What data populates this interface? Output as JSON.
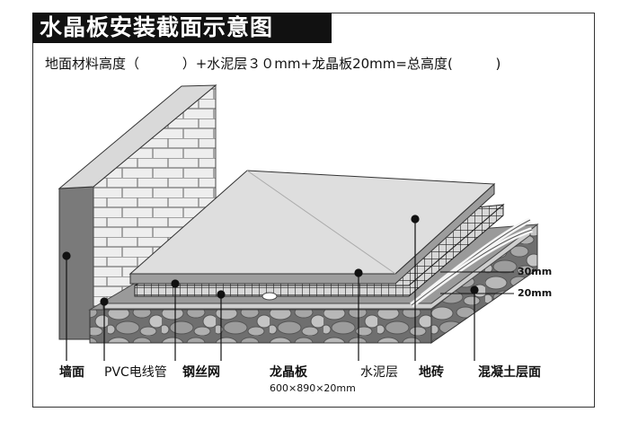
{
  "title": "水晶板安装截面示意图",
  "formula": {
    "part1": "地面材料高度（",
    "blank1": "          ",
    "part2": "）+水泥层３０mm+龙晶板20mm=总高度(",
    "blank2": "          ",
    "part3": ")"
  },
  "dimensions": {
    "top": "30mm",
    "bottom": "20mm"
  },
  "labels": [
    {
      "id": "wall",
      "text": "墙面"
    },
    {
      "id": "pvc",
      "text": "PVC电线管"
    },
    {
      "id": "mesh",
      "text": "钢丝网"
    },
    {
      "id": "board",
      "text": "龙晶板"
    },
    {
      "id": "cement",
      "text": "水泥层"
    },
    {
      "id": "tile",
      "text": "地砖"
    },
    {
      "id": "concrete",
      "text": "混凝土层面"
    }
  ],
  "board_size": "600×890×20mm",
  "colors": {
    "title_bg": "#111111",
    "brick": "#e9e9e9",
    "stone": "#8a8a8a",
    "tile": "#dcdcdc"
  }
}
